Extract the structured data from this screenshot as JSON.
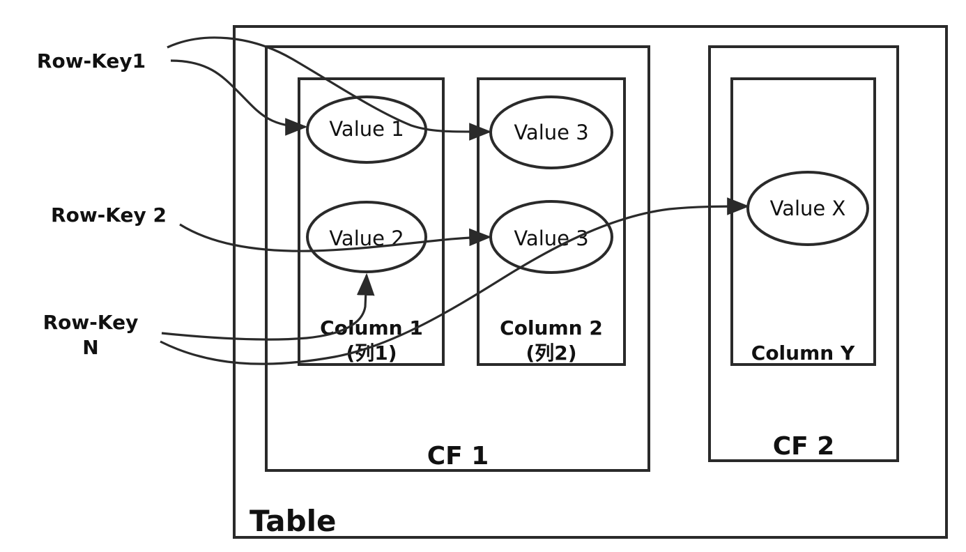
{
  "table": {
    "label": "Table"
  },
  "column_families": [
    {
      "label": "CF 1"
    },
    {
      "label": "CF 2"
    }
  ],
  "columns": [
    {
      "line1": "Column 1",
      "line2": "(列1)"
    },
    {
      "line1": "Column 2",
      "line2": "(列2)"
    },
    {
      "line1": "Column Y"
    }
  ],
  "values": [
    "Value 1",
    "Value 3",
    "Value 2",
    "Value 3",
    "Value X"
  ],
  "row_keys": [
    {
      "line1": "Row-Key1"
    },
    {
      "line1": "Row-Key 2"
    },
    {
      "line1": "Row-Key",
      "line2": "N"
    }
  ],
  "colors": {
    "stroke": "#2a2a2a",
    "text": "#111111",
    "background": "#ffffff"
  }
}
